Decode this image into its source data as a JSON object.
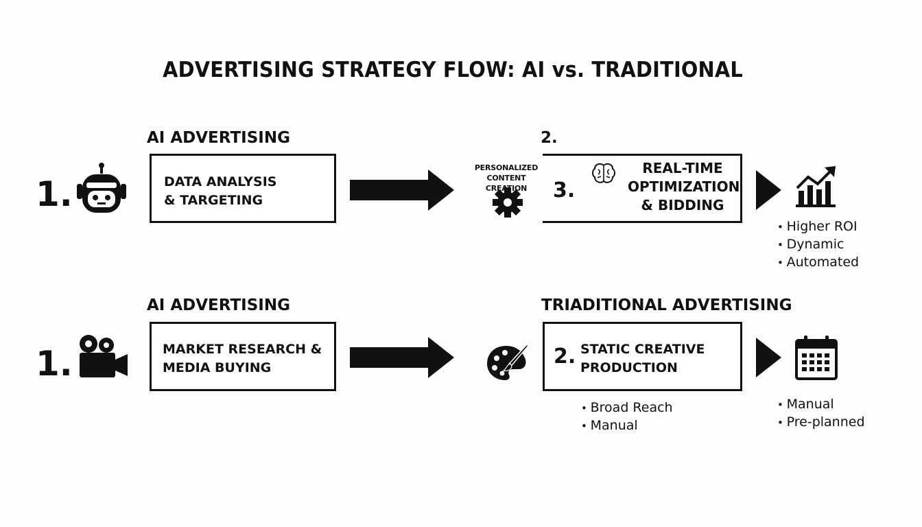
{
  "title": "ADVERTISING STRATEGY FLOW: AI vs. TRADITIONAL",
  "top_row": {
    "heading": "AI ADVERTISING",
    "step1_number": "1.",
    "step1_box": "DATA ANALYSIS\n& TARGETING",
    "step2_label": "2.",
    "content_caption": "PERSONALIZED\nCONTENT CREATION",
    "step3_number": "3.",
    "step3_box": "REAL-TIME\nOPTIMIZATION\n& BIDDING",
    "outcomes": [
      "Higher ROI",
      "Dynamic",
      "Automated"
    ]
  },
  "bottom_row": {
    "heading": "AI ADVERTISING",
    "step1_number": "1.",
    "step1_box": "MARKET RESEARCH &\n   MEDIA BUYING",
    "right_heading": "TRIADITIONAL ADVERTISING",
    "step2_number": "2.",
    "step2_box": "STATIC CREATIVE\nPRODUCTION",
    "step2_bullets": [
      "Broad Reach",
      "Manual"
    ],
    "outcomes": [
      "Manual",
      "Pre-planned"
    ]
  },
  "icons": [
    "robot-icon",
    "gear-icon",
    "brain-icon",
    "growth-chart-icon",
    "video-camera-icon",
    "paint-palette-icon",
    "calendar-icon",
    "arrow-right-icon",
    "triangle-play-icon"
  ]
}
